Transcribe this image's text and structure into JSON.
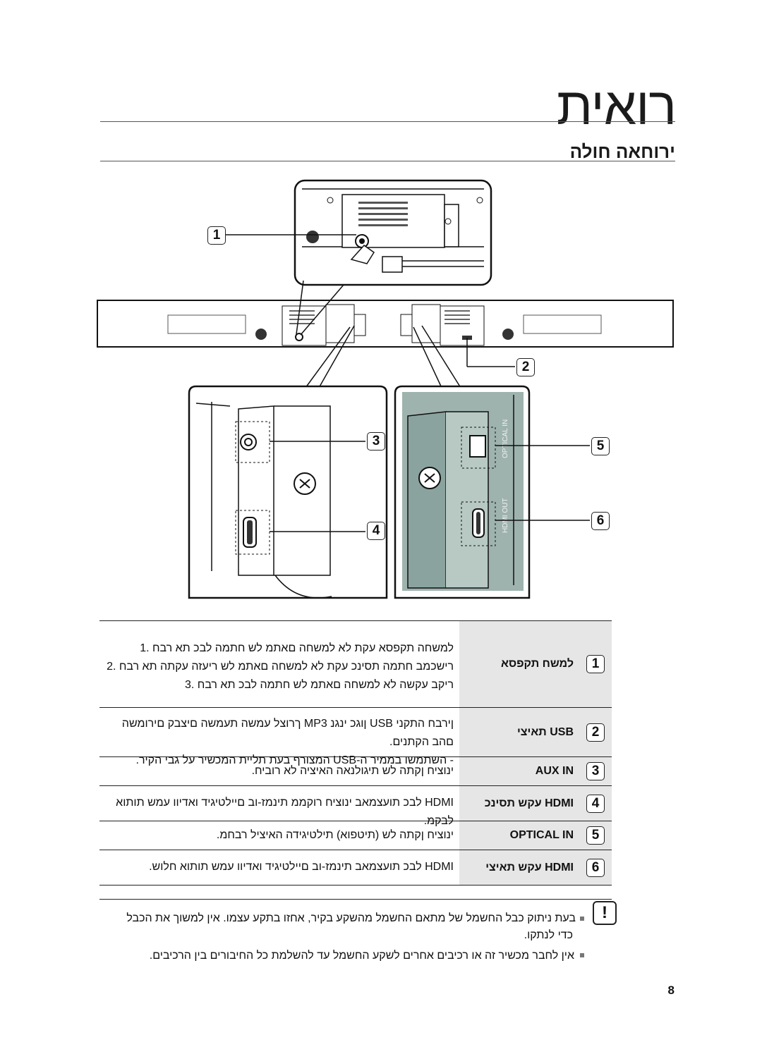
{
  "page": {
    "title": "רואית",
    "section_title": "ירוחאה חולה",
    "page_number": "8"
  },
  "figure": {
    "callouts": [
      "1",
      "2",
      "3",
      "4",
      "5",
      "6"
    ],
    "port_labels": {
      "optical": "OPTICAL IN",
      "hdmi": "HDMI OUT"
    }
  },
  "table": {
    "rows": [
      {
        "num": "1",
        "label": "למשח תקפסא",
        "lines": [
          "למשחה תקפסא עקת לא למשחה םאתמ לש חתמה לבכ תא רבח .1",
          "רישכמב חתמה תסינכ עקת לא למשחה םאתמ לש ריעזה עקתה תא רבח .2",
          "ריקב עקשה לא למשחה םאתמ לש חתמה לבכ תא רבח .3"
        ]
      },
      {
        "num": "2",
        "label": "USB תאיצי",
        "lines": [
          "ןירבח התקני USB ןוגכ ינגנ MP3 ךרוצל עמשה תעמשה םיצבק םירומשה םהב הקתנים.",
          "- השתמשו בממיר ה-USB המצורף בעת תליית המכשיר על גבי הקיר."
        ]
      },
      {
        "num": "3",
        "label": "AUX IN",
        "lines": [
          "ינוציח ןקתה לש תיגולנאה האיציה לא רוביח."
        ]
      },
      {
        "num": "4",
        "label": "HDMI עקש תסינכ",
        "lines": [
          "HDMI לבכ תועצמאב ינוציח רוקממ תינמז-וב םיילטיגיד ואדיוו עמש תותוא לבקמ."
        ]
      },
      {
        "num": "5",
        "label": "OPTICAL IN",
        "lines": [
          "ינוציח ןקתה לש (תיטפוא) תילטיגידה האיציל רבחמ."
        ]
      },
      {
        "num": "6",
        "label": "HDMI עקש תאיצי",
        "lines": [
          "HDMI לבכ תועצמאב תינמז-וב םיילטיגיד ואדיוו עמש תותוא חלוש."
        ]
      }
    ]
  },
  "notes": {
    "warning_icon": "exclamation-icon",
    "items": [
      "בעת ניתוק כבל החשמל של מתאם החשמל מהשקע בקיר, אחזו בתקע עצמו. אין למשוך את הכבל",
      "כדי לנתקו.",
      "אין לחבר מכשיר זה או רכיבים אחרים לשקע החשמל עד להשלמת כל החיבורים בין הרכיבים."
    ]
  }
}
